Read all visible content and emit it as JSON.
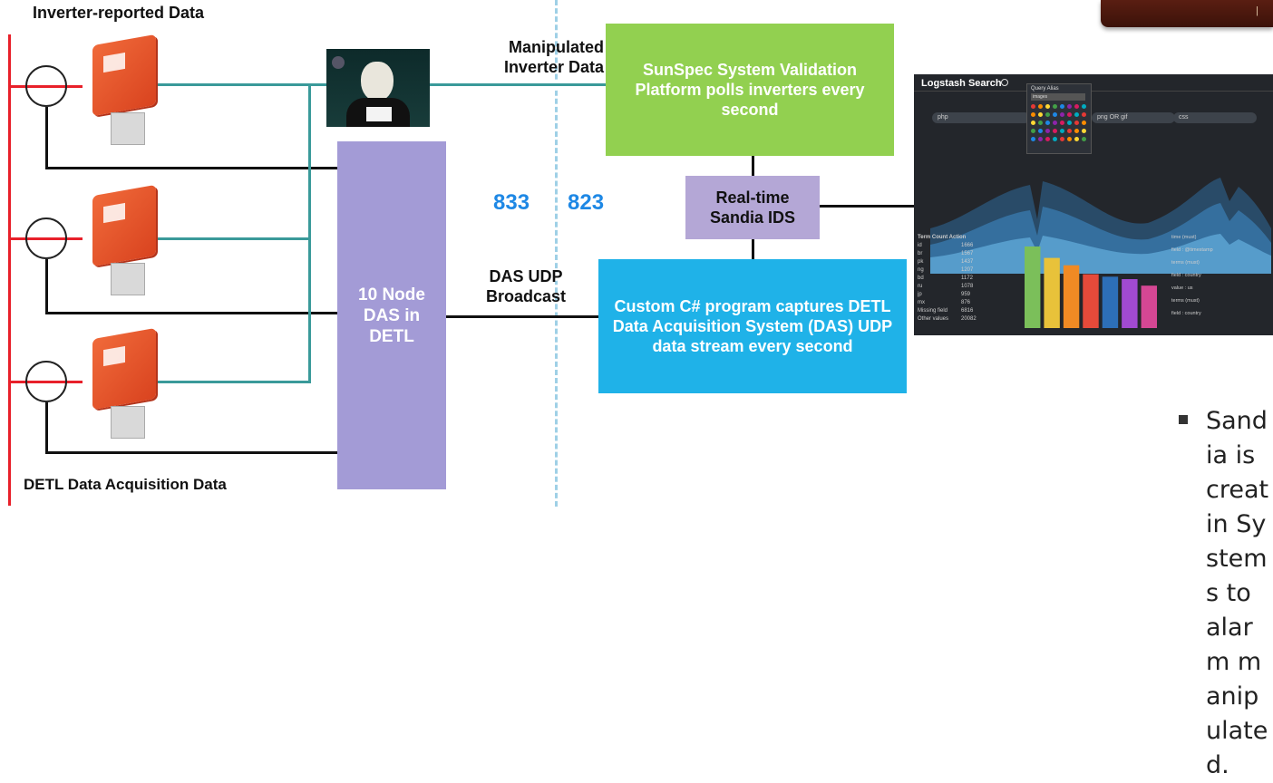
{
  "labels": {
    "inverter_reported": "Inverter-reported Data",
    "detl_acquisition": "DETL Data Acquisition Data",
    "manipulated": "Manipulated Inverter Data",
    "das_udp": "DAS UDP Broadcast",
    "port_833": "833",
    "port_823": "823"
  },
  "boxes": {
    "sunspec": "SunSpec System Validation Platform polls inverters every second",
    "ids": "Real-time Sandia IDS",
    "das_node": "10 Node DAS in DETL",
    "csharp": "Custom C# program captures DETL Data Acquisition System (DAS) UDP data stream every second"
  },
  "colors": {
    "sunspec_box": "#92d050",
    "ids_box": "#b4a7d6",
    "das_box": "#a39bd6",
    "csharp_box": "#1fb2e8",
    "power_line": "#e8202a",
    "data_line": "#3a9a9a"
  },
  "dashboard": {
    "title": "Logstash Search",
    "pills": [
      "php",
      "png OR gif",
      "css"
    ],
    "popup_title": "Query Alias",
    "popup_input": "images",
    "table_header": [
      "Term",
      "Count",
      "Action"
    ],
    "table_rows": [
      [
        "id",
        "1666"
      ],
      [
        "br",
        "1567"
      ],
      [
        "pk",
        "1437"
      ],
      [
        "ng",
        "1207"
      ],
      [
        "bd",
        "1172"
      ],
      [
        "ru",
        "1078"
      ],
      [
        "jp",
        "959"
      ],
      [
        "mx",
        "876"
      ],
      [
        "Missing field",
        "6816"
      ],
      [
        "Other values",
        "20082"
      ]
    ],
    "bar_colors": [
      "#7bbf5a",
      "#e8c23a",
      "#f08a24",
      "#e54a3a",
      "#2d6fb8",
      "#a14ad1",
      "#d54794"
    ],
    "bar_levels": [
      1.0,
      0.86,
      0.77,
      0.66,
      0.63,
      0.6,
      0.52
    ],
    "side_rows": [
      "time (must)",
      "field : @timestamp",
      "terms (must)",
      "field : country",
      "value : us",
      "terms (must)",
      "field : country"
    ]
  },
  "bullet_text": "Sandia is creatin Systems to alarm manipulated."
}
